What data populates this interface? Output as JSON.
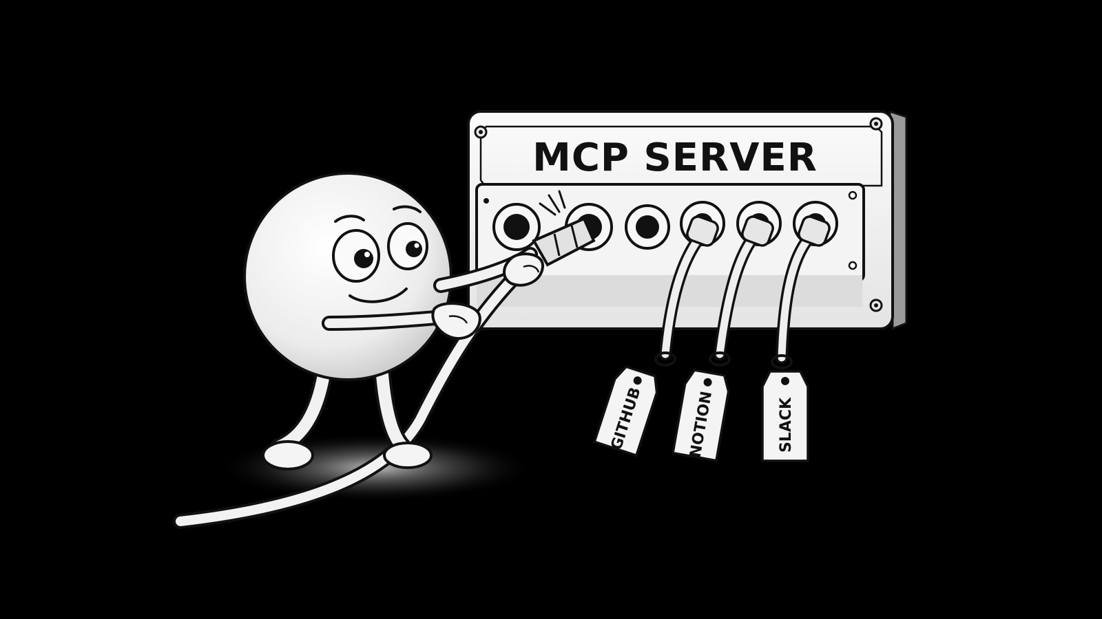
{
  "panel": {
    "title": "MCP SERVER"
  },
  "tags": {
    "github": "GITHUB",
    "notion": "NOTION",
    "slack": "SLACK"
  },
  "colors": {
    "background": "#000000",
    "panel": "#f2f2f2",
    "ink": "#111111"
  }
}
